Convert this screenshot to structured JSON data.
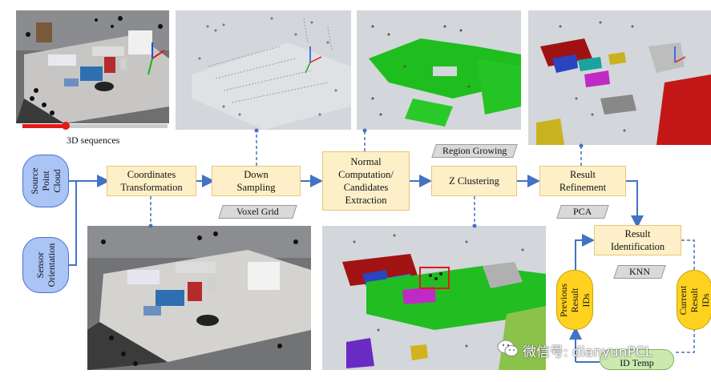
{
  "captions": {
    "sequences": "3D sequences"
  },
  "inputs": {
    "source": "Source\nPoint Cloud",
    "sensor": "Sensor\nOrientation"
  },
  "steps": {
    "coordinates": "Coordinates\nTransformation",
    "down_sampling": "Down\nSampling",
    "normal": "Normal\nComputation/\nCandidates\nExtraction",
    "z_clustering": "Z Clustering",
    "refinement": "Result\nRefinement",
    "identification": "Result\nIdentification"
  },
  "tags": {
    "voxel_grid": "Voxel Grid",
    "region_growing": "Region Growing",
    "pca": "PCA",
    "knn": "KNN"
  },
  "id_pills": {
    "previous": "Previous\nResult IDs",
    "current": "Current\nResult IDs",
    "temp": "ID Temp"
  },
  "watermark": "微信号: dianyunPCL",
  "colors": {
    "arrow": "#4472c4",
    "box_fill": "#fdf0c8",
    "box_border": "#e9c57a",
    "input_pill": "#a9c4f5",
    "id_pill": "#ffd21f",
    "temp_pill": "#cbeab0",
    "progress": "#e31b1b"
  },
  "progress": {
    "fraction": 0.3
  }
}
